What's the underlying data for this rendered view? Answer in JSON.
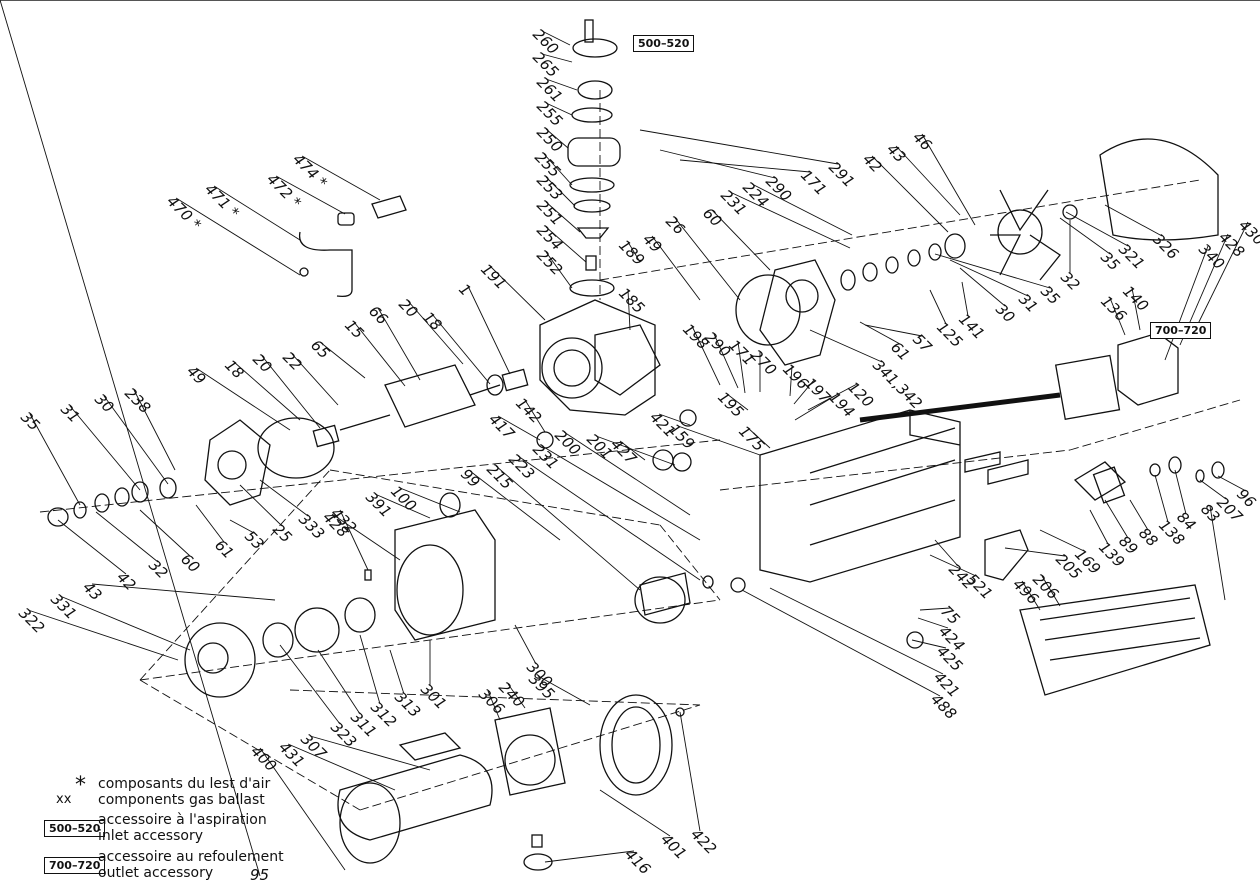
{
  "figure": {
    "accessory_tags": {
      "inlet": "500–520",
      "outlet": "700–720"
    },
    "legend": [
      {
        "mark": "*",
        "sub": "xx",
        "lines": [
          "composants du lest d'air",
          "components gas ballast"
        ]
      },
      {
        "mark": "500–520",
        "lines": [
          "accessoire à l'aspiration",
          "inlet accessory"
        ]
      },
      {
        "mark": "700–720",
        "lines": [
          "accessoire au refoulement",
          "outlet accessory"
        ]
      }
    ]
  },
  "callouts": [
    {
      "n": "260"
    },
    {
      "n": "265"
    },
    {
      "n": "261"
    },
    {
      "n": "255"
    },
    {
      "n": "250"
    },
    {
      "n": "255"
    },
    {
      "n": "253"
    },
    {
      "n": "251"
    },
    {
      "n": "254"
    },
    {
      "n": "252"
    },
    {
      "n": "189"
    },
    {
      "n": "49"
    },
    {
      "n": "26"
    },
    {
      "n": "60"
    },
    {
      "n": "231"
    },
    {
      "n": "224"
    },
    {
      "n": "290"
    },
    {
      "n": "171"
    },
    {
      "n": "291"
    },
    {
      "n": "42"
    },
    {
      "n": "43"
    },
    {
      "n": "46"
    },
    {
      "n": "474 *"
    },
    {
      "n": "472 *"
    },
    {
      "n": "471 *"
    },
    {
      "n": "470 *"
    },
    {
      "n": "191"
    },
    {
      "n": "1"
    },
    {
      "n": "185"
    },
    {
      "n": "18"
    },
    {
      "n": "20"
    },
    {
      "n": "66"
    },
    {
      "n": "15"
    },
    {
      "n": "65"
    },
    {
      "n": "22"
    },
    {
      "n": "20"
    },
    {
      "n": "18"
    },
    {
      "n": "49"
    },
    {
      "n": "238"
    },
    {
      "n": "30"
    },
    {
      "n": "31"
    },
    {
      "n": "35"
    },
    {
      "n": "198"
    },
    {
      "n": "290"
    },
    {
      "n": "171"
    },
    {
      "n": "270"
    },
    {
      "n": "196"
    },
    {
      "n": "197"
    },
    {
      "n": "195"
    },
    {
      "n": "194"
    },
    {
      "n": "120"
    },
    {
      "n": "341,342"
    },
    {
      "n": "61"
    },
    {
      "n": "57"
    },
    {
      "n": "125"
    },
    {
      "n": "141"
    },
    {
      "n": "30"
    },
    {
      "n": "31"
    },
    {
      "n": "35"
    },
    {
      "n": "32"
    },
    {
      "n": "35"
    },
    {
      "n": "321"
    },
    {
      "n": "326"
    },
    {
      "n": "340"
    },
    {
      "n": "428"
    },
    {
      "n": "430"
    },
    {
      "n": "136"
    },
    {
      "n": "140"
    },
    {
      "n": "142"
    },
    {
      "n": "417"
    },
    {
      "n": "421"
    },
    {
      "n": "159"
    },
    {
      "n": "175"
    },
    {
      "n": "427"
    },
    {
      "n": "201"
    },
    {
      "n": "200"
    },
    {
      "n": "231"
    },
    {
      "n": "223"
    },
    {
      "n": "215"
    },
    {
      "n": "99"
    },
    {
      "n": "100"
    },
    {
      "n": "391"
    },
    {
      "n": "428"
    },
    {
      "n": "432"
    },
    {
      "n": "333"
    },
    {
      "n": "25"
    },
    {
      "n": "53"
    },
    {
      "n": "61"
    },
    {
      "n": "60"
    },
    {
      "n": "32"
    },
    {
      "n": "42"
    },
    {
      "n": "43"
    },
    {
      "n": "331"
    },
    {
      "n": "322"
    },
    {
      "n": "323"
    },
    {
      "n": "311"
    },
    {
      "n": "312"
    },
    {
      "n": "313"
    },
    {
      "n": "301"
    },
    {
      "n": "300"
    },
    {
      "n": "395"
    },
    {
      "n": "240"
    },
    {
      "n": "306"
    },
    {
      "n": "307"
    },
    {
      "n": "431"
    },
    {
      "n": "400"
    },
    {
      "n": "401"
    },
    {
      "n": "416"
    },
    {
      "n": "422"
    },
    {
      "n": "242"
    },
    {
      "n": "521"
    },
    {
      "n": "75"
    },
    {
      "n": "424"
    },
    {
      "n": "425"
    },
    {
      "n": "421"
    },
    {
      "n": "488"
    },
    {
      "n": "496"
    },
    {
      "n": "206"
    },
    {
      "n": "205"
    },
    {
      "n": "169"
    },
    {
      "n": "139"
    },
    {
      "n": "89"
    },
    {
      "n": "88"
    },
    {
      "n": "138"
    },
    {
      "n": "84"
    },
    {
      "n": "83"
    },
    {
      "n": "207"
    },
    {
      "n": "96"
    },
    {
      "n": "95"
    }
  ]
}
